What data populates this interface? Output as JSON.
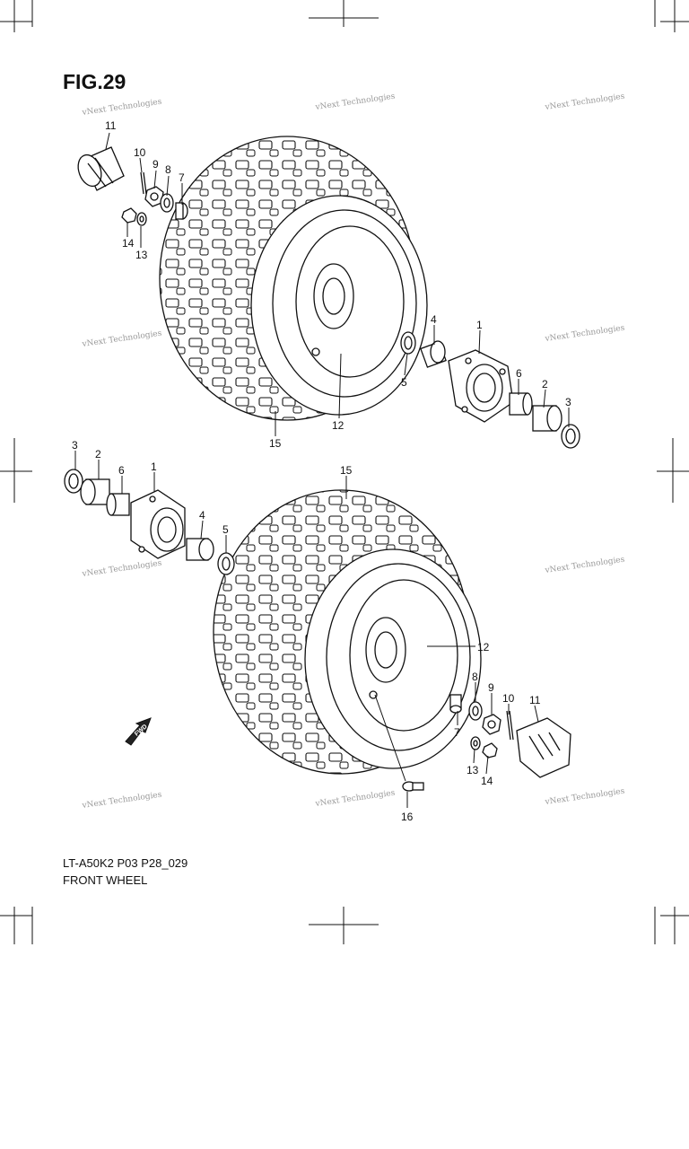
{
  "figure": {
    "title": "FIG.29",
    "code": "LT-A50K2 P03 P28_029",
    "name": "FRONT WHEEL"
  },
  "watermark": {
    "text": "vNext Technologies"
  },
  "direction_marker": "FWD",
  "callouts": {
    "top": [
      "11",
      "10",
      "9",
      "8",
      "7",
      "14",
      "13",
      "4",
      "1",
      "5",
      "6",
      "2",
      "3",
      "12",
      "15"
    ],
    "bottom": [
      "3",
      "2",
      "6",
      "1",
      "4",
      "5",
      "15",
      "12",
      "8",
      "9",
      "10",
      "11",
      "7",
      "13",
      "14",
      "16"
    ]
  },
  "colors": {
    "line": "#111111",
    "watermark": "#9a9a9a"
  }
}
